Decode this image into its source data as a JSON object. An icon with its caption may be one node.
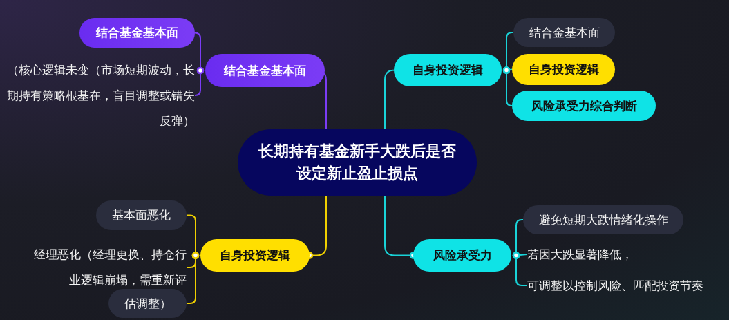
{
  "diagram": {
    "nodes": [
      {
        "text": [
          "长期持有基金新手大跌后是否设定新止盈止损点"
        ]
      },
      {
        "text": [
          "结合基金基本面"
        ]
      },
      {
        "text": [
          "结合基金基本面"
        ]
      },
      {
        "text": [
          "（核心逻辑未变（市场短期波动，长期持有策略根基在，盲目调整或错失反弹）"
        ]
      },
      {
        "text": [
          "自身投资逻辑"
        ]
      },
      {
        "text": [
          "结合金基本面"
        ]
      },
      {
        "text": [
          "自身投资逻辑"
        ]
      },
      {
        "text": [
          "风险承受力综合判断"
        ]
      },
      {
        "text": [
          "自身投资逻辑"
        ]
      },
      {
        "text": [
          "基本面恶化"
        ]
      },
      {
        "text": [
          "经理恶化（经理更换、持仓行业逻辑崩塌，需重新评"
        ]
      },
      {
        "text": [
          "估调整）"
        ]
      },
      {
        "text": [
          "风险承受力"
        ]
      },
      {
        "text": [
          "避免短期大跌情绪化操作"
        ]
      },
      {
        "text": [
          "若因大跌显著降低，"
        ]
      },
      {
        "text": [
          "可调整以控制风险、匹配投资节奏"
        ]
      }
    ],
    "edges": [
      {
        "from": 0,
        "to": 1,
        "arrow": "none",
        "color": "#7b3cf5"
      },
      {
        "from": 1,
        "to": 2,
        "arrow": "other",
        "color": "#7b3cf5"
      },
      {
        "from": 1,
        "to": 3,
        "arrow": "other",
        "color": "#7b3cf5"
      },
      {
        "from": 0,
        "to": 4,
        "arrow": "none"
      },
      {
        "from": 4,
        "to": 5,
        "arrow": "other"
      },
      {
        "from": 4,
        "to": 6,
        "arrow": "other"
      },
      {
        "from": 4,
        "to": 7,
        "arrow": "other"
      },
      {
        "from": 0,
        "to": 8,
        "arrow": "other",
        "color": "#f0d000"
      },
      {
        "from": 8,
        "to": 9,
        "arrow": "other",
        "color": "#f0d000"
      },
      {
        "from": 8,
        "to": 10,
        "arrow": "other",
        "color": "#f0d000"
      },
      {
        "from": 8,
        "to": 11,
        "arrow": "other",
        "color": "#f0d000"
      },
      {
        "from": 0,
        "to": 12,
        "arrow": "other"
      },
      {
        "from": 12,
        "to": 13,
        "arrow": "other"
      },
      {
        "from": 12,
        "to": 14,
        "arrow": "other"
      },
      {
        "from": 12,
        "to": 15,
        "arrow": "other"
      }
    ]
  }
}
